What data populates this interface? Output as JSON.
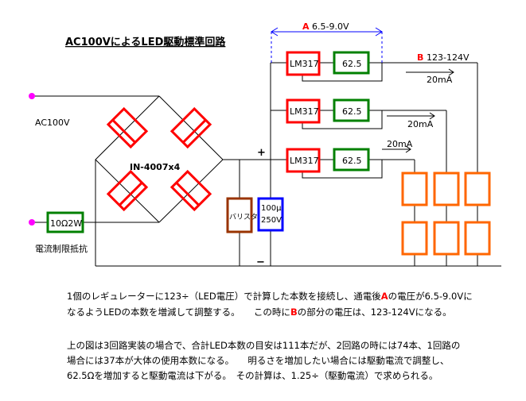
{
  "title": "AC100VによるLED駆動標準回路",
  "labels": {
    "ac_input": "AC100V",
    "resistor": "10Ω2W",
    "limit_resistor": "電流制限抵抗",
    "diode": "IN-4007x4",
    "varistor": "バリスター",
    "cap_value": "100μ",
    "cap_voltage": "250V",
    "plus": "+",
    "minus": "−",
    "regulator": "LM317",
    "resistor_625": "62.5",
    "a_letter": "A",
    "a_range": "6.5-9.0V",
    "b_letter": "B",
    "b_range": "123-124V",
    "current": "20mA"
  },
  "description": {
    "p1_line1_pre": "1個のレギュレーターに123÷（LED電圧）で計算した本数を接続し、通電後",
    "p1_line1_letter": "A",
    "p1_line1_post": "の電圧が6.5-9.0Vに",
    "p1_line2_pre": "なるようLEDの本数を増減して調整する。　　この時に",
    "p1_line2_letter": "B",
    "p1_line2_post": "の部分の電圧は、123-124Vになる。",
    "p2_line1": "上の図は3回路実装の場合で、合計LED本数の目安は111本だが、2回路の時には74本、1回路の",
    "p2_line2": "場合には37本が大体の使用本数になる。　　明るさを増加したい場合には駆動電流で調整し、",
    "p2_line3": "62.5Ωを増加すると駆動電流は下がる。　その計算は、1.25÷（駆動電流）で求められる。"
  },
  "colors": {
    "wire": "#000000",
    "diode": "#ff0000",
    "regulator": "#ff0000",
    "resistor": "#008000",
    "varistor": "#993300",
    "capacitor": "#0000ff",
    "led": "#ff6600",
    "terminal": "#ff00ff",
    "dimension": "#0000ff",
    "highlight": "#ff0000"
  }
}
